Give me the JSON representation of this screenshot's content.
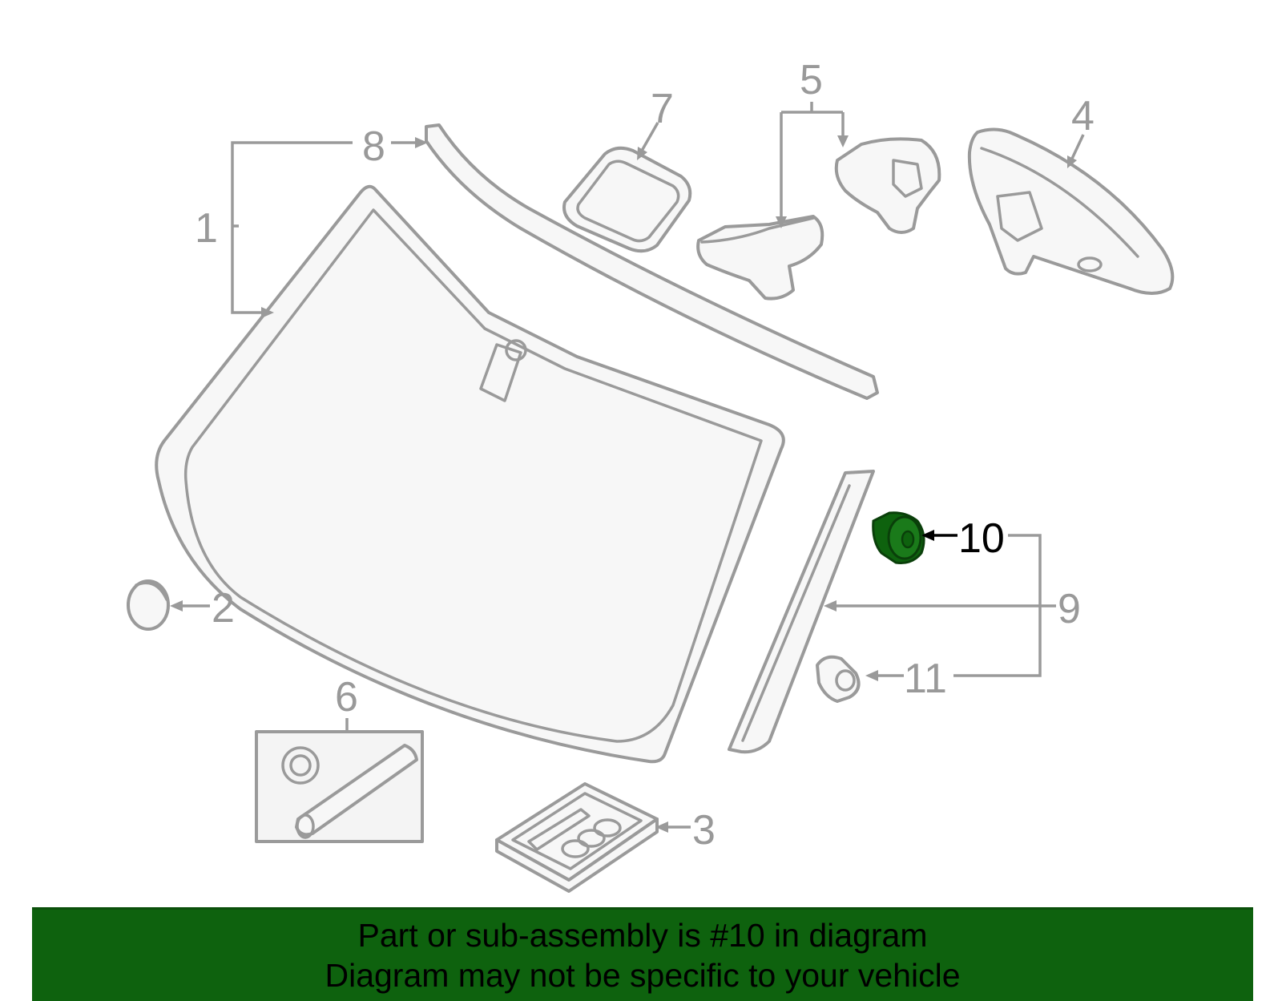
{
  "diagram": {
    "callouts": [
      {
        "id": "1",
        "label": "1"
      },
      {
        "id": "2",
        "label": "2"
      },
      {
        "id": "3",
        "label": "3"
      },
      {
        "id": "4",
        "label": "4"
      },
      {
        "id": "5",
        "label": "5"
      },
      {
        "id": "6",
        "label": "6"
      },
      {
        "id": "7",
        "label": "7"
      },
      {
        "id": "8",
        "label": "8"
      },
      {
        "id": "9",
        "label": "9"
      },
      {
        "id": "10",
        "label": "10",
        "highlighted": true
      },
      {
        "id": "11",
        "label": "11"
      }
    ],
    "highlight_color": "#0e620e",
    "line_color": "#9a9a9a"
  },
  "banner": {
    "line1": "Part or sub-assembly is #10 in diagram",
    "line2": "Diagram may not be specific to your vehicle",
    "background": "#0e620e"
  }
}
